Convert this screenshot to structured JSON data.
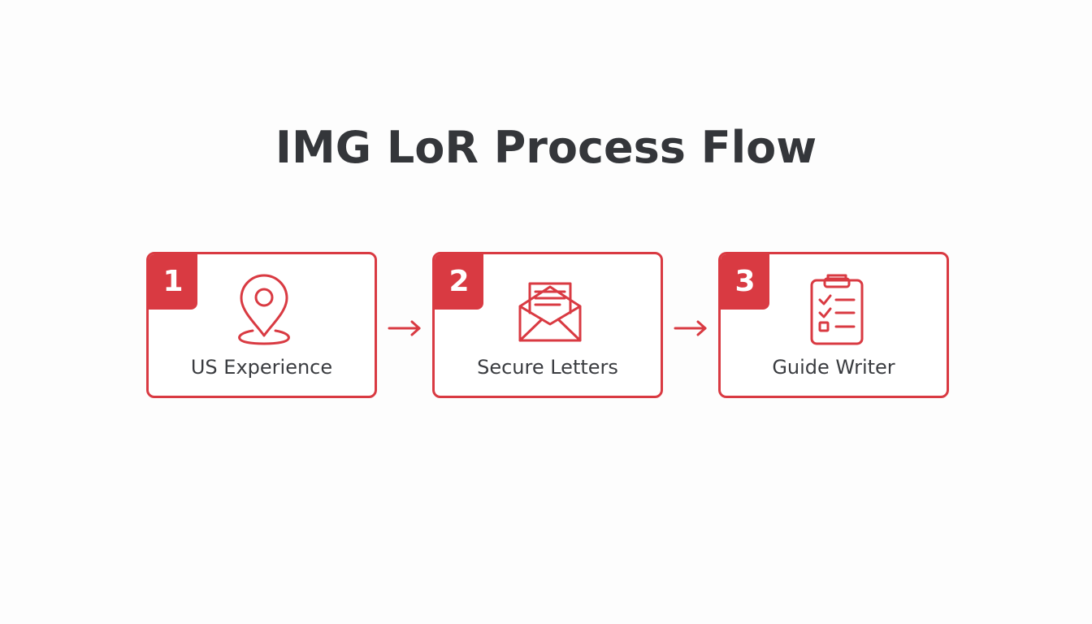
{
  "title": "IMG LoR Process Flow",
  "accent_color": "#d93a42",
  "steps": [
    {
      "number": "1",
      "label": "US Experience",
      "icon": "location-pin-icon"
    },
    {
      "number": "2",
      "label": "Secure Letters",
      "icon": "envelope-letter-icon"
    },
    {
      "number": "3",
      "label": "Guide Writer",
      "icon": "clipboard-checklist-icon"
    }
  ]
}
